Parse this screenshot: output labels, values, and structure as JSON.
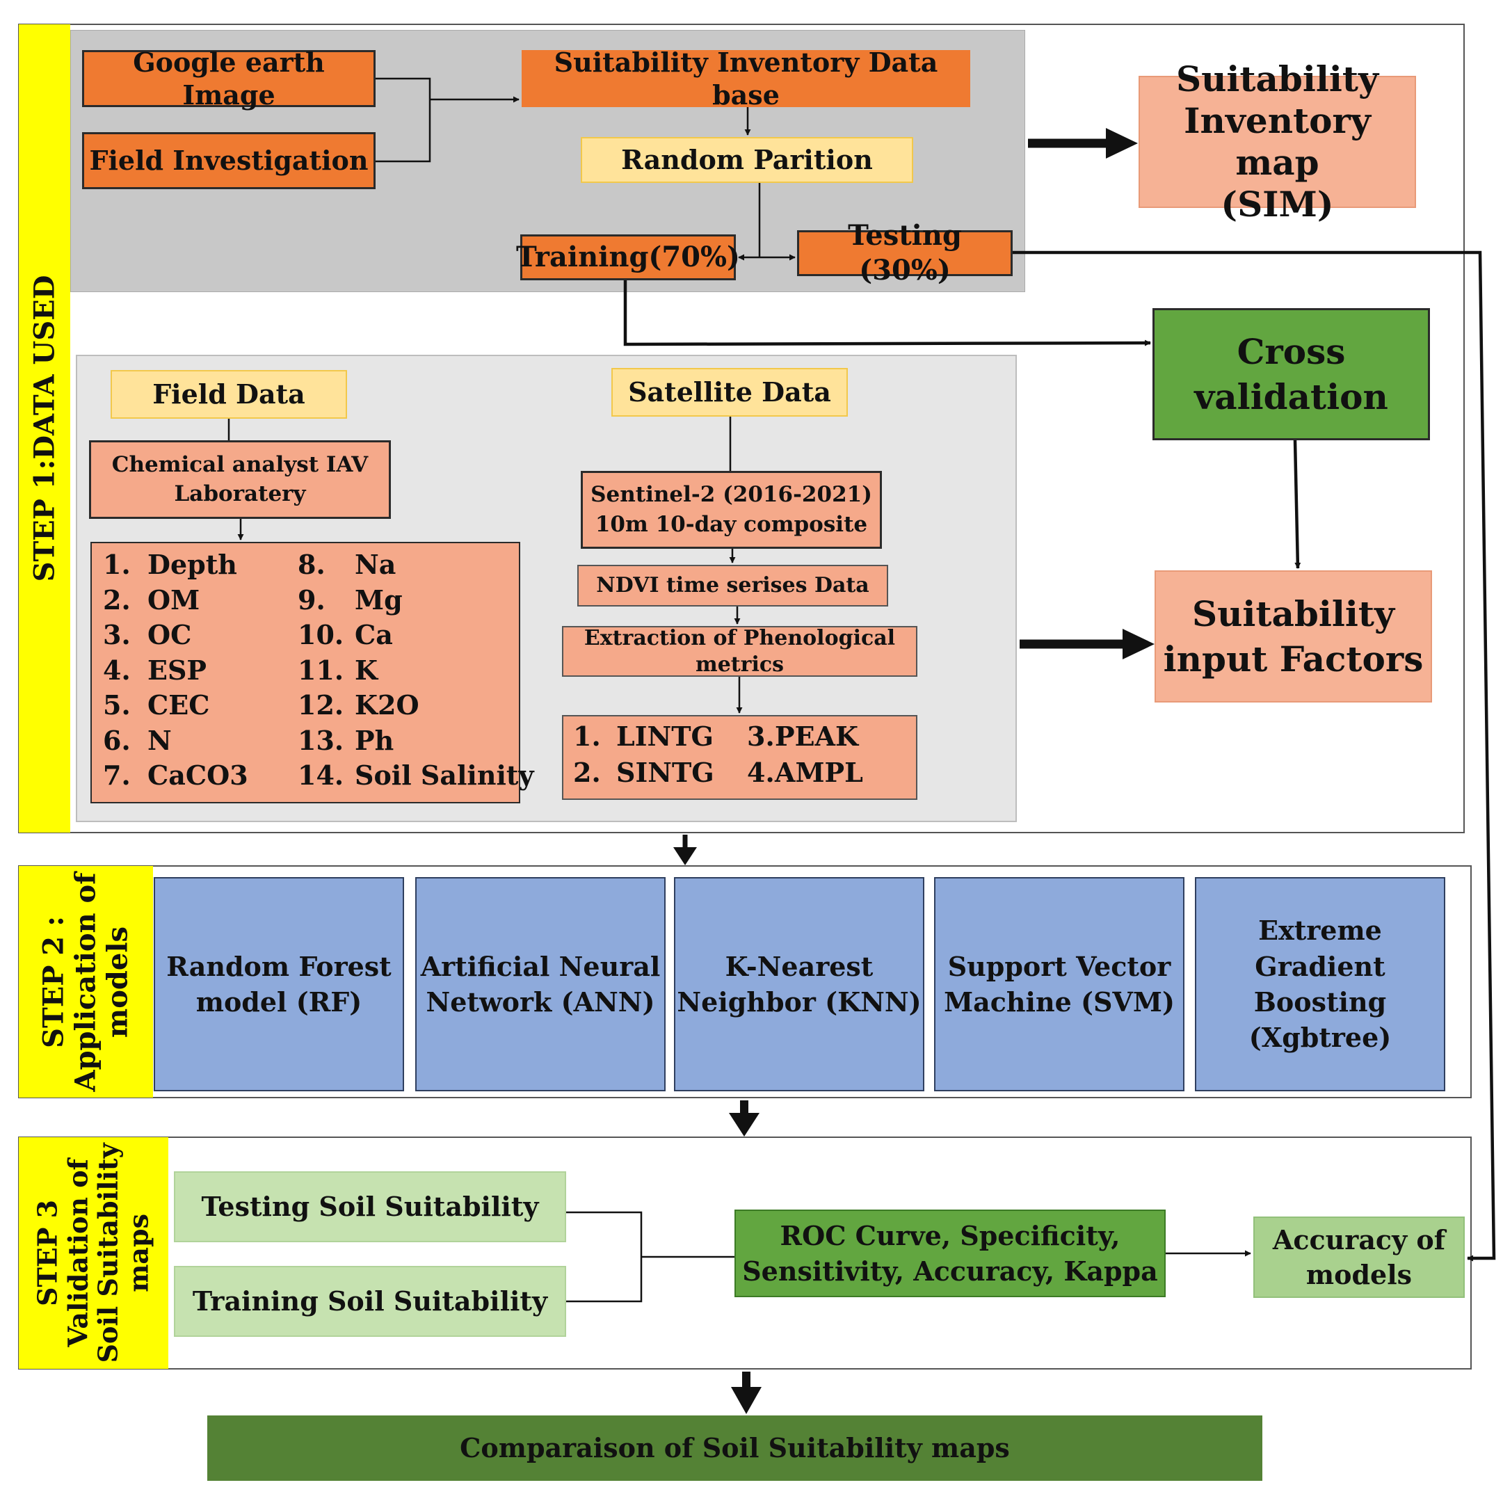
{
  "step1": {
    "label": "STEP 1:DATA USED",
    "google_earth": "Google earth Image",
    "field_investigation": "Field Investigation",
    "inventory_db": "Suitability Inventory Data base",
    "random_partition": "Random Parition",
    "training": "Training(70%)",
    "testing": "Testing (30%)",
    "sim_lines": [
      "Suitability",
      "Inventory  map",
      "(SIM)"
    ],
    "cross_validation_lines": [
      "Cross",
      "validation"
    ],
    "field_data": "Field Data",
    "chemical_lines": [
      "Chemical analyst IAV",
      "Laboratery"
    ],
    "field_params": [
      {
        "num": "1.",
        "name": "Depth"
      },
      {
        "num": "2.",
        "name": "OM"
      },
      {
        "num": "3.",
        "name": "OC"
      },
      {
        "num": "4.",
        "name": "ESP"
      },
      {
        "num": "5.",
        "name": "CEC"
      },
      {
        "num": "6.",
        "name": "N"
      },
      {
        "num": "7.",
        "name": "CaCO3"
      },
      {
        "num": "8.",
        "name": "Na"
      },
      {
        "num": "9.",
        "name": "Mg"
      },
      {
        "num": "10.",
        "name": "Ca"
      },
      {
        "num": "11.",
        "name": "K"
      },
      {
        "num": "12.",
        "name": "K2O"
      },
      {
        "num": "13.",
        "name": "Ph"
      },
      {
        "num": "14.",
        "name": "Soil Salinity"
      }
    ],
    "satellite_data": "Satellite Data",
    "sentinel_lines": [
      "Sentinel-2 (2016-2021)",
      "10m 10-day composite"
    ],
    "ndvi": "NDVI time serises Data",
    "extraction_lines": [
      "Extraction of Phenological",
      "metrics"
    ],
    "metrics": [
      {
        "num": "1.",
        "name": "LINTG"
      },
      {
        "num": "3.",
        "name": "PEAK"
      },
      {
        "num": "2.",
        "name": "SINTG"
      },
      {
        "num": "4.",
        "name": "AMPL"
      }
    ],
    "input_factors_lines": [
      "Suitability",
      "input  Factors"
    ]
  },
  "step2": {
    "label_lines": [
      "STEP 2 :",
      "Application of",
      "models"
    ],
    "models": [
      {
        "lines": [
          "Random  Forest",
          "model   (RF)"
        ]
      },
      {
        "lines": [
          "Artificial Neural",
          "Network (ANN)"
        ]
      },
      {
        "lines": [
          "K-Nearest",
          "Neighbor (KNN)"
        ]
      },
      {
        "lines": [
          "Support Vector",
          "Machine (SVM)"
        ]
      },
      {
        "lines": [
          "Extreme Gradient",
          "Boosting",
          "(Xgbtree)"
        ]
      }
    ]
  },
  "step3": {
    "label_lines": [
      "STEP 3",
      "Validation of",
      "Soil Suitability",
      "maps"
    ],
    "testing_soil": "Testing Soil Suitability",
    "training_soil": "Training Soil Suitability",
    "roc_lines": [
      "ROC Curve, Specificity,",
      "Sensitivity, Accuracy, Kappa"
    ],
    "accuracy_lines": [
      "Accuracy of",
      "models"
    ]
  },
  "comparison": "Comparaison  of Soil Suitability maps",
  "colors": {
    "step_band": "#ffff00",
    "orange": "#ef7a31",
    "light_yellow": "#ffe39a",
    "salmon": "#f5a98a",
    "green": "#62a640",
    "light_green": "#c6e2b0",
    "blue": "#8eaadb",
    "dark_green": "#548235",
    "gray_panel": "#c8c8c8",
    "light_gray_panel": "#e6e6e6"
  }
}
